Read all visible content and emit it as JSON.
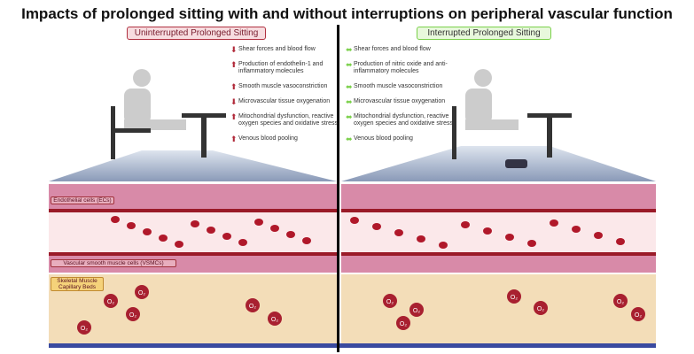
{
  "title": "Impacts of prolonged sitting with and without interruptions on peripheral vascular function",
  "left": {
    "title": "Uninterrupted Prolonged Sitting",
    "items": [
      {
        "text": "Shear forces and blood flow",
        "direction": "down"
      },
      {
        "text": "Production of endothelin-1 and inflammatory molecules",
        "direction": "up"
      },
      {
        "text": "Smooth muscle vasoconstriction",
        "direction": "up"
      },
      {
        "text": "Microvascular tissue oxygenation",
        "direction": "down"
      },
      {
        "text": "Mitochondrial dysfunction, reactive oxygen species and oxidative stress",
        "direction": "up"
      },
      {
        "text": "Venous blood pooling",
        "direction": "up"
      }
    ],
    "color": "#b02838"
  },
  "right": {
    "title": "Interrupted Prolonged Sitting",
    "items": [
      {
        "text": "Shear forces and blood flow"
      },
      {
        "text": "Production of nitric oxide and anti-inflammatory molecules"
      },
      {
        "text": "Smooth muscle vasoconstriction"
      },
      {
        "text": "Microvascular tissue oxygenation"
      },
      {
        "text": "Mitochondrial dysfunction, reactive oxygen species and oxidative stress"
      },
      {
        "text": "Venous blood pooling"
      }
    ],
    "color": "#7ad04a"
  },
  "labels": {
    "endothelial": "Endothelial cells (ECs)",
    "vsmc": "Vascular smooth muscle cells (VSMCs)",
    "skeletal": "Skeletal Muscle Capillary Beds",
    "o2": "O₂"
  }
}
